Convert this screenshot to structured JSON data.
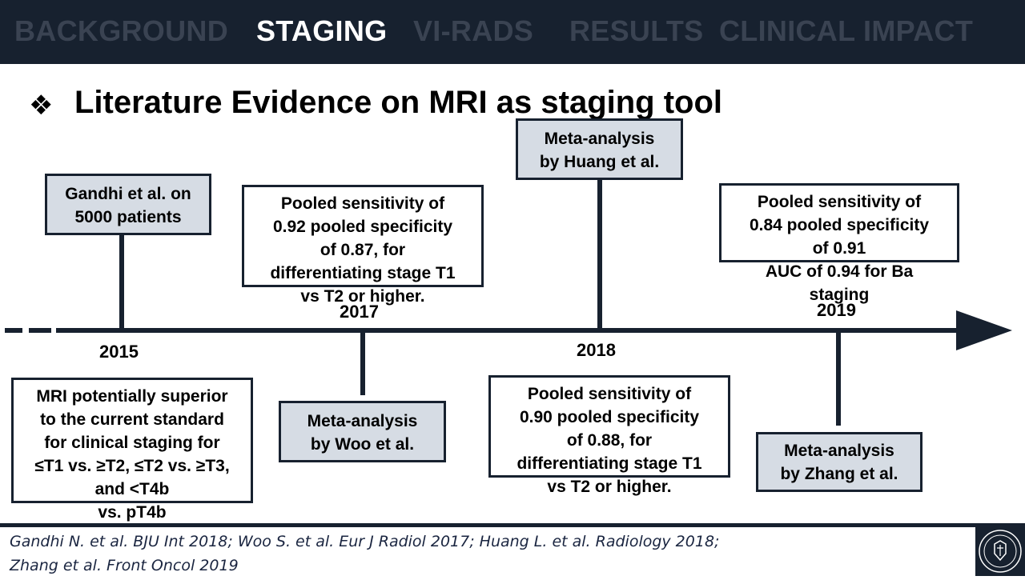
{
  "nav": {
    "items": [
      "BACKGROUND",
      "STAGING",
      "VI-RADS",
      "RESULTS",
      "CLINICAL IMPACT"
    ],
    "active": "STAGING"
  },
  "title": {
    "bullet": "❖",
    "text": "Literature Evidence on MRI as staging tool"
  },
  "timeline": {
    "years": [
      "2015",
      "2017",
      "2018",
      "2019"
    ],
    "boxes": {
      "gandhi": "Gandhi et al. on\n5000 patients",
      "huang": "Meta-analysis\nby Huang et al.",
      "woo": "Meta-analysis\nby Woo et al.",
      "zhang": "Meta-analysis\nby Zhang et al.",
      "woo_result": "Pooled sensitivity of\n0.92 pooled specificity\nof 0.87, for\ndifferentiating stage T1\nvs T2 or higher.",
      "zhang_result": "Pooled sensitivity of\n0.84 pooled specificity\nof 0.91\nAUC of 0.94 for Ba\nstaging",
      "gandhi_result": "MRI potentially superior\nto the current standard\nfor clinical staging for\n≤T1 vs. ≥T2, ≤T2 vs. ≥T3,\nand <T4b\nvs. pT4b",
      "huang_result": "Pooled sensitivity of\n0.90 pooled specificity\nof 0.88, for\ndifferentiating stage T1\nvs T2 or higher."
    }
  },
  "references": {
    "line1": "Gandhi N. et al. BJU Int 2018; Woo S. et al. Eur J Radiol 2017; Huang L. et al. Radiology 2018;",
    "line2": "Zhang et al. Front Oncol 2019"
  },
  "colors": {
    "navy": "#17212f",
    "box_grey": "#d6dce4",
    "nav_inactive": "#3a4352"
  },
  "icons": {
    "seal": "university-seal-icon"
  }
}
